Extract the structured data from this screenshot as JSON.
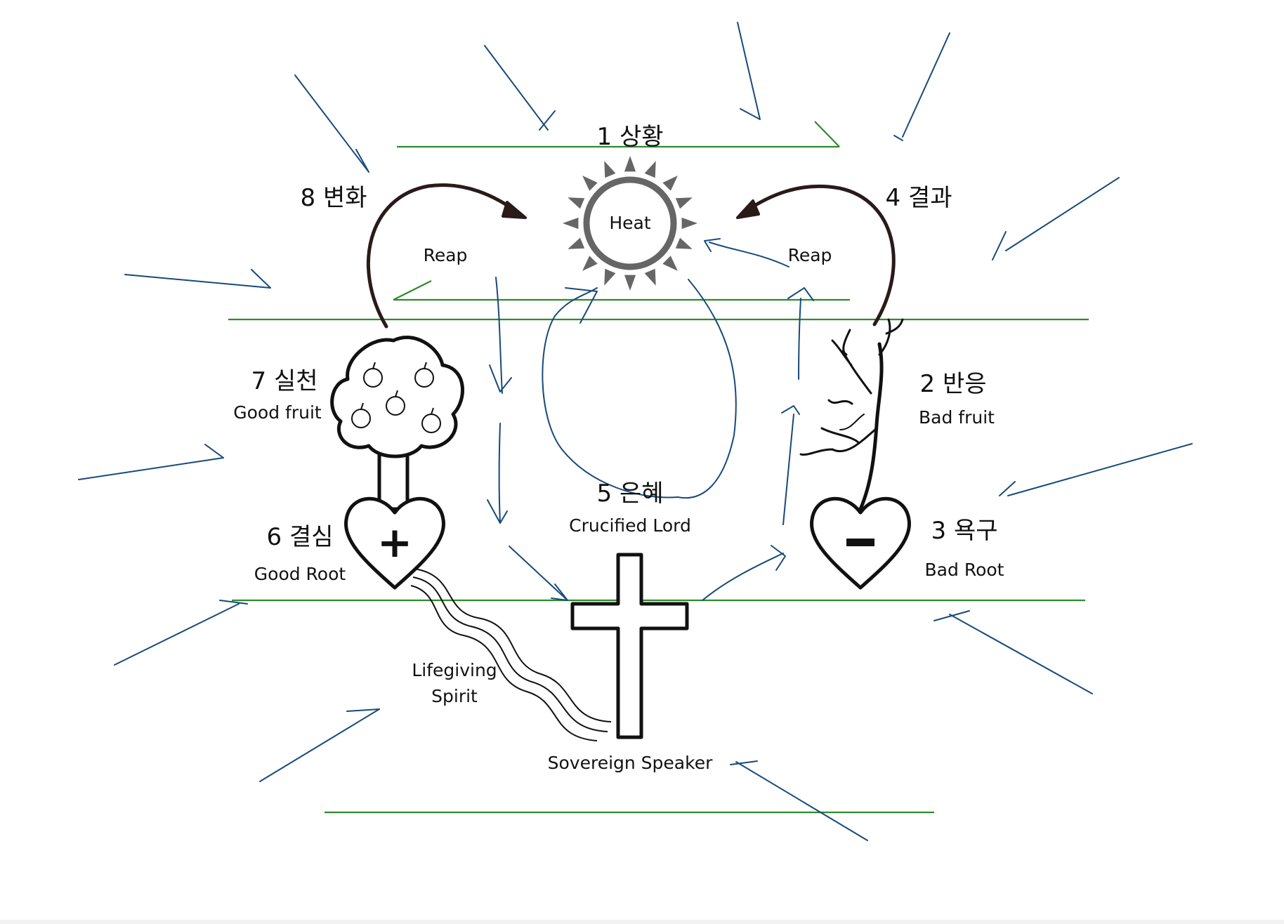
{
  "diagram": {
    "top": {
      "step": "1 상황",
      "sun_label": "Heat"
    },
    "left_loop": {
      "step": "8 변화",
      "reap": "Reap"
    },
    "right_loop": {
      "step": "4 결과",
      "reap": "Reap"
    },
    "good_fruit": {
      "step": "7 실천",
      "label": "Good fruit"
    },
    "good_root": {
      "step": "6 결심",
      "label": "Good Root",
      "symbol": "+"
    },
    "bad_fruit": {
      "step": "2 반응",
      "label": "Bad fruit"
    },
    "bad_root": {
      "step": "3 욕구",
      "label": "Bad Root",
      "symbol": "−"
    },
    "grace": {
      "step": "5 은혜",
      "label": "Crucified Lord"
    },
    "spirit": {
      "line1": "Lifegiving",
      "line2": "Spirit"
    },
    "speaker": {
      "label": "Sovereign Speaker"
    }
  },
  "colors": {
    "annotation_blue": "#184a7a",
    "guide_green": "#2e8b2e",
    "loop_arrow": "#2a1a1a",
    "sun_gray": "#666666"
  }
}
